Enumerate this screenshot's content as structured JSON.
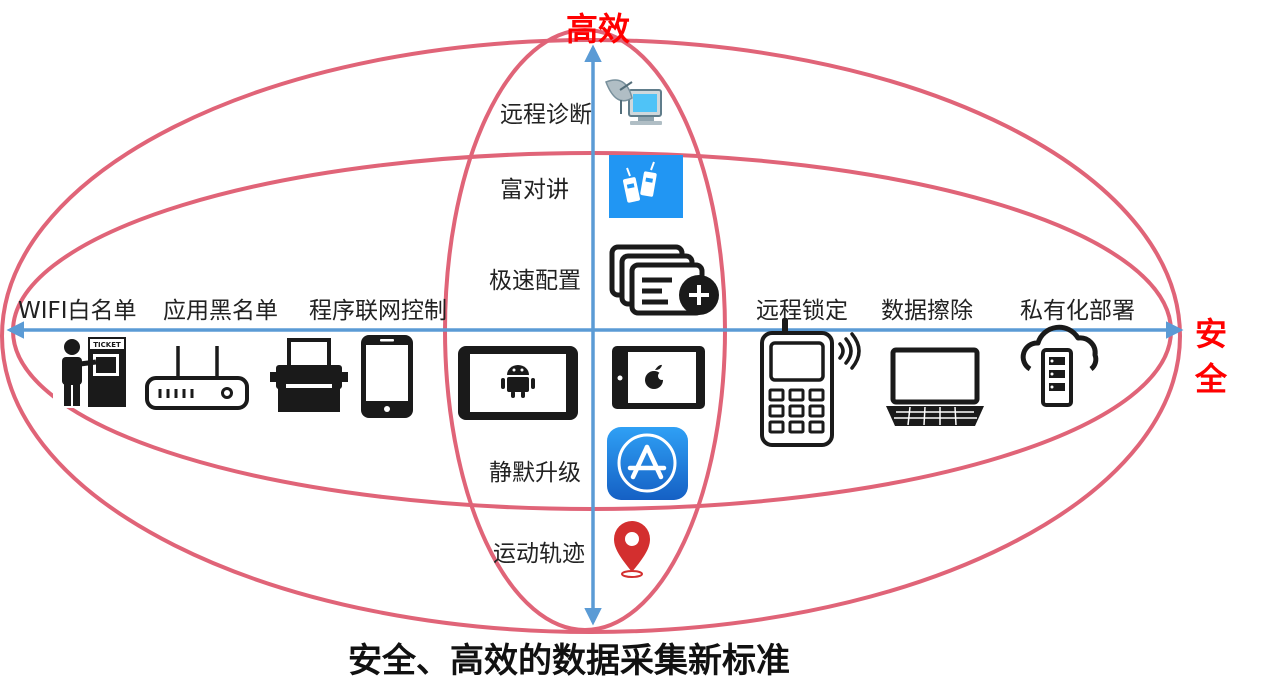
{
  "axis_labels": {
    "vertical_top": "高效",
    "horizontal_right_line1": "安",
    "horizontal_right_line2": "全"
  },
  "footer_title": "安全、高效的数据采集新标准",
  "vertical_items": {
    "remote_diagnosis": "远程诊断",
    "rich_intercom": "富对讲",
    "fast_config": "极速配置",
    "silent_upgrade": "静默升级",
    "motion_track": "运动轨迹"
  },
  "horizontal_items": {
    "wifi_whitelist": "WIFI白名单",
    "app_blacklist": "应用黑名单",
    "program_network_control": "程序联网控制",
    "remote_lock": "远程锁定",
    "data_wipe": "数据擦除",
    "private_deploy": "私有化部署"
  },
  "icon_texts": {
    "ticket": "TICKET"
  },
  "colors": {
    "ellipse": "#e06478",
    "axis": "#5b9bd5",
    "emphasis": "#ff0000",
    "text": "#222222",
    "icon": "#111111",
    "app_blue": "#1e88e5"
  }
}
